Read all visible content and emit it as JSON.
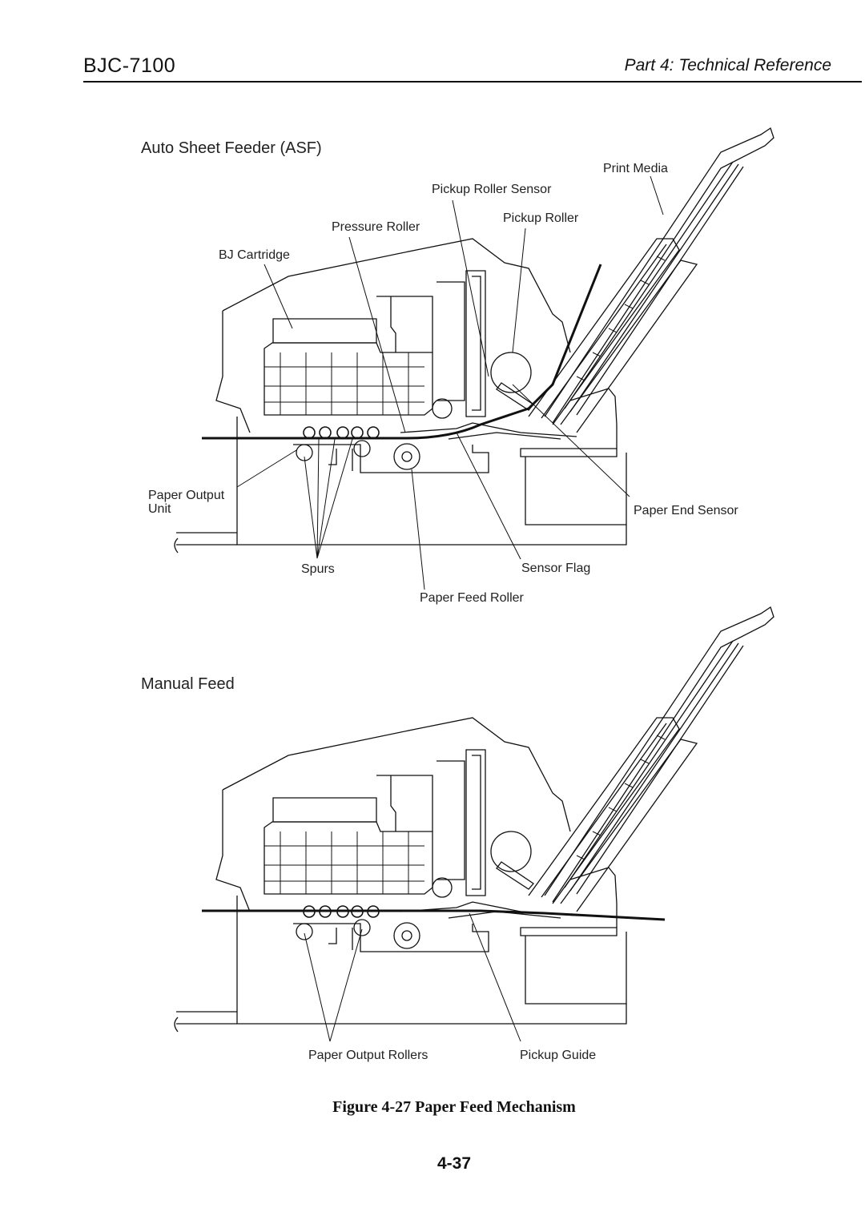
{
  "header": {
    "model": "BJC-7100",
    "section": "Part 4: Technical Reference"
  },
  "asf": {
    "title": "Auto Sheet Feeder (ASF)",
    "labels": {
      "print_media": "Print Media",
      "pickup_roller_sensor": "Pickup Roller Sensor",
      "pickup_roller": "Pickup Roller",
      "pressure_roller": "Pressure Roller",
      "bj_cartridge": "BJ Cartridge",
      "paper_output_unit_1": "Paper Output",
      "paper_output_unit_2": "Unit",
      "paper_end_sensor": "Paper End Sensor",
      "spurs": "Spurs",
      "sensor_flag": "Sensor Flag",
      "paper_feed_roller": "Paper Feed Roller"
    }
  },
  "manual": {
    "title": "Manual Feed",
    "labels": {
      "paper_output_rollers": "Paper Output Rollers",
      "pickup_guide": "Pickup Guide"
    }
  },
  "caption": "Figure 4-27 Paper Feed Mechanism",
  "page_number": "4-37"
}
